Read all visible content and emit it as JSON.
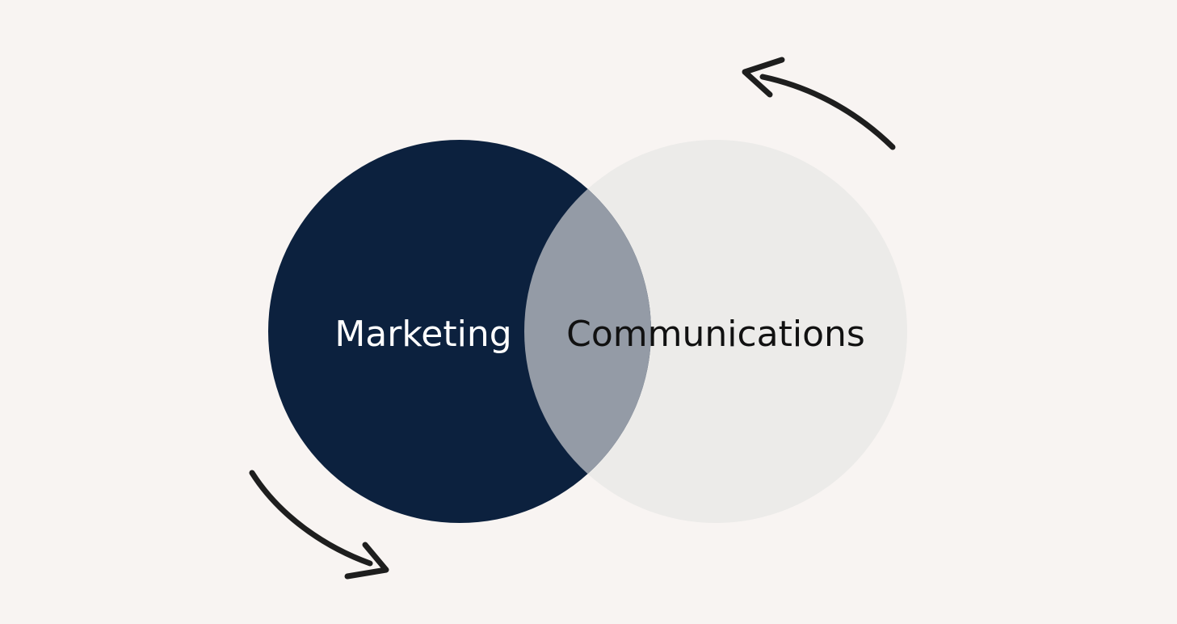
{
  "diagram": {
    "type": "venn",
    "colors": {
      "background": "#f8f4f2",
      "left_circle": "#0c213e",
      "right_circle": "#ecebe9",
      "overlap": "#949ba6",
      "arrow": "#1e1e1e",
      "left_text": "#ffffff",
      "right_text": "#111111"
    },
    "sets": [
      {
        "label": "Marketing"
      },
      {
        "label": "Communications"
      }
    ],
    "arrows": [
      {
        "direction": "counter-clockwise",
        "icon": "curved-arrow-icon"
      },
      {
        "direction": "clockwise",
        "icon": "curved-arrow-icon"
      }
    ]
  }
}
